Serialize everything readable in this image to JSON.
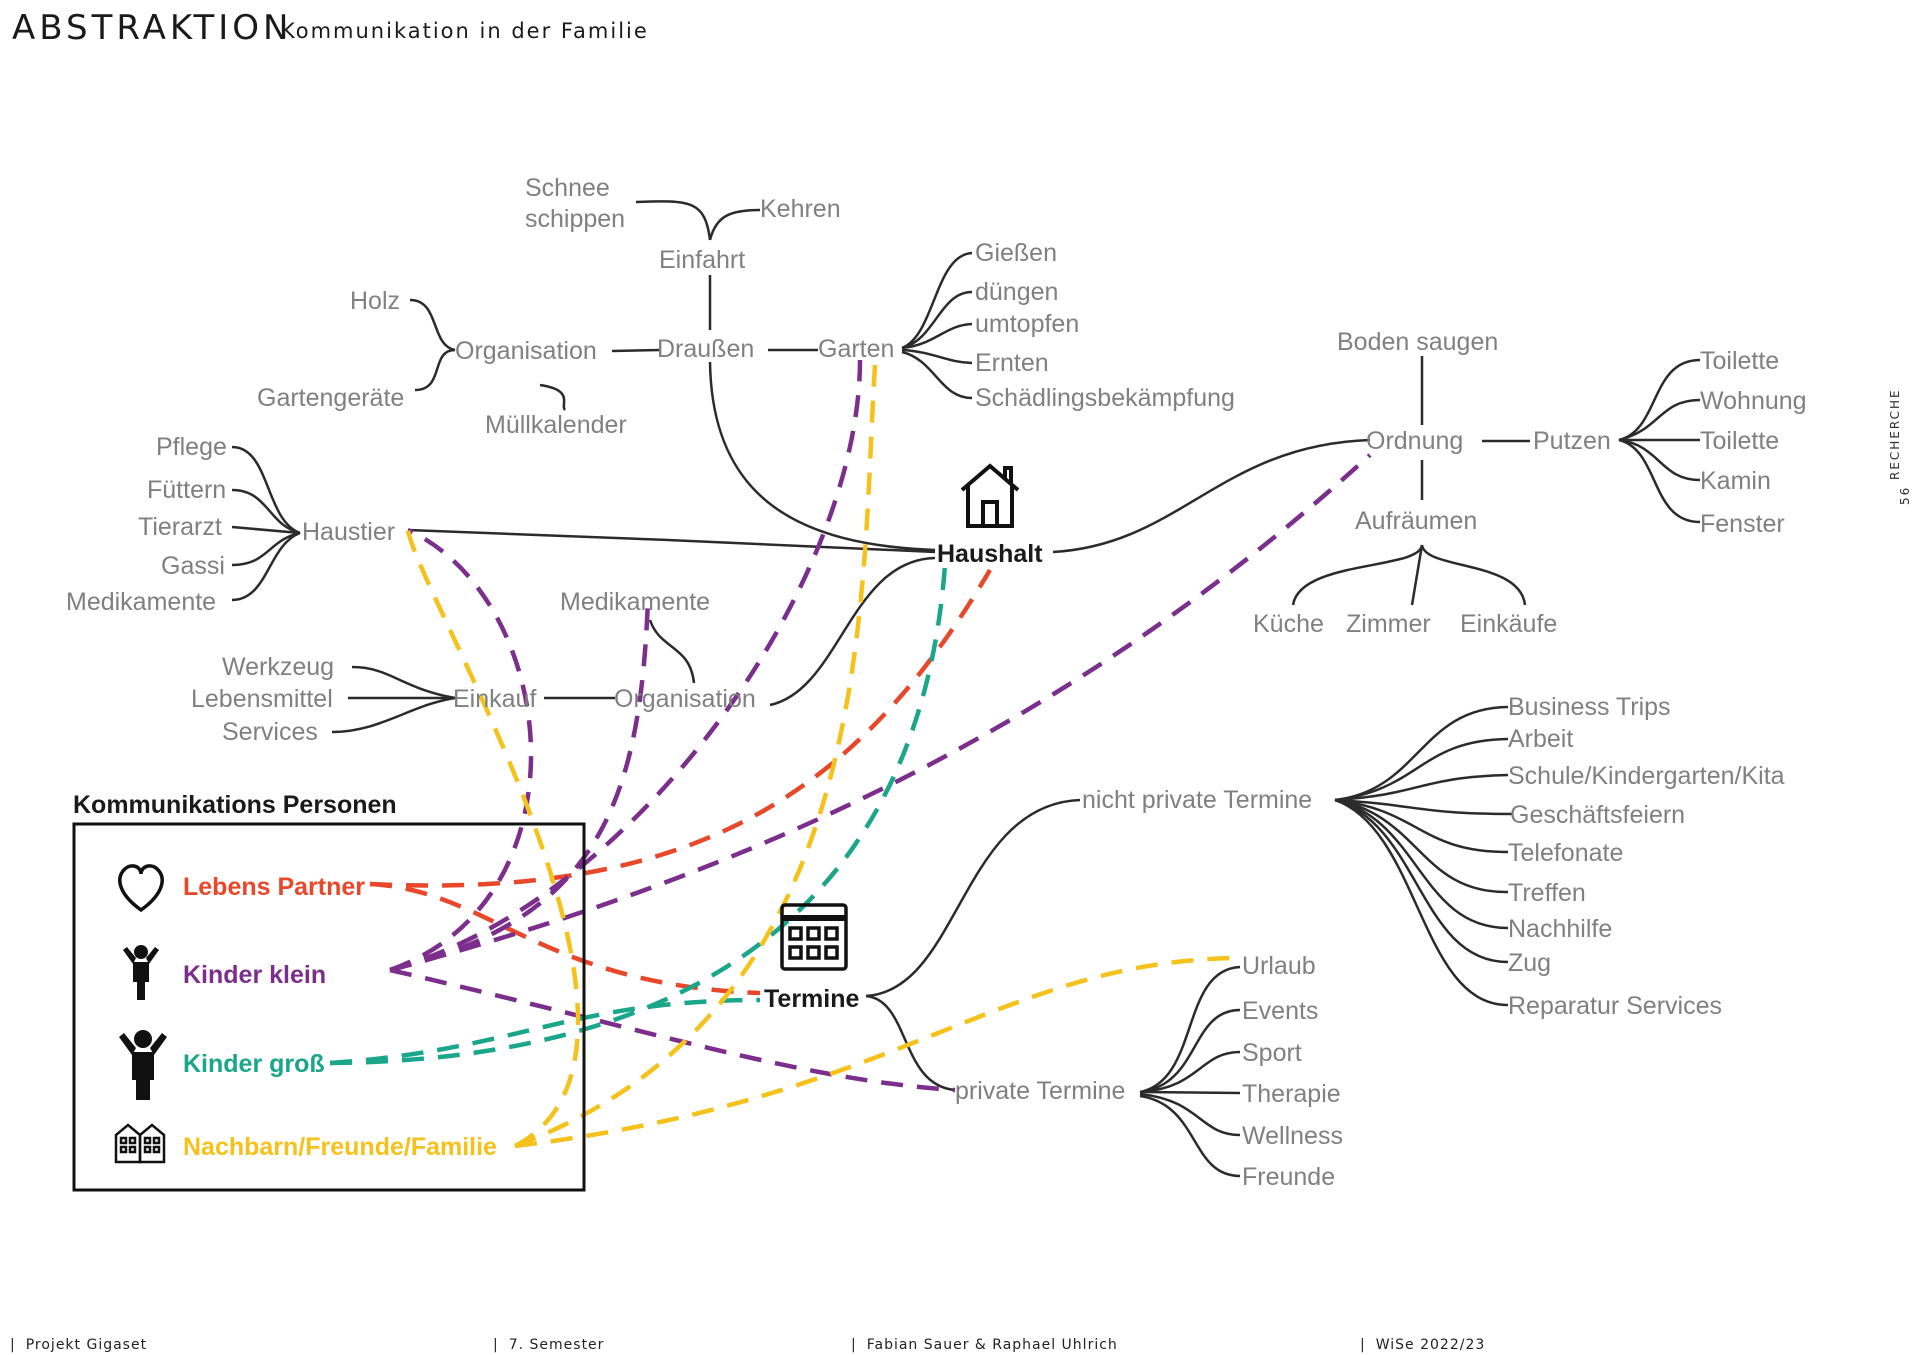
{
  "header": {
    "title": "ABSTRAKTION",
    "subtitle": "Kommunikation in der Familie"
  },
  "side": {
    "section": "RECHERCHE",
    "page_number": "56"
  },
  "footer": {
    "project": "Projekt Gigaset",
    "semester": "7. Semester",
    "authors": "Fabian Sauer & Raphael Uhlrich",
    "term": "WiSe 2022/23"
  },
  "colors": {
    "partner": "#e8472a",
    "kinder_klein": "#7b2e8c",
    "kinder_gross": "#1aa68a",
    "nachbarn": "#f5c21b",
    "node_text": "#808080",
    "line": "#2b2b2b"
  },
  "hubs": {
    "haushalt": "Haushalt",
    "termine": "Termine"
  },
  "nodes": {
    "schnee_1": "Schnee",
    "schnee_2": "schippen",
    "kehren": "Kehren",
    "einfahrt": "Einfahrt",
    "holz": "Holz",
    "organisation_top": "Organisation",
    "gartengeraete": "Gartengeräte",
    "muellkalender": "Müllkalender",
    "draussen": "Draußen",
    "garten": "Garten",
    "giessen": "Gießen",
    "duengen": "düngen",
    "umtopfen": "umtopfen",
    "ernten": "Ernten",
    "schaedlinge": "Schädlingsbekämpfung",
    "pflege": "Pflege",
    "fuettern": "Füttern",
    "tierarzt": "Tierarzt",
    "gassi": "Gassi",
    "medikamente_pet": "Medikamente",
    "haustier": "Haustier",
    "medikamente_org": "Medikamente",
    "werkzeug": "Werkzeug",
    "lebensmittel": "Lebensmittel",
    "services": "Services",
    "einkauf": "Einkauf",
    "organisation_bottom": "Organisation",
    "boden_saugen": "Boden saugen",
    "ordnung": "Ordnung",
    "putzen": "Putzen",
    "aufraeumen": "Aufräumen",
    "kueche": "Küche",
    "zimmer": "Zimmer",
    "einkaeufe": "Einkäufe",
    "toilette1": "Toilette",
    "wohnung": "Wohnung",
    "toilette2": "Toilette",
    "kamin": "Kamin",
    "fenster": "Fenster",
    "nicht_private": "nicht private Termine",
    "business_trips": "Business Trips",
    "arbeit": "Arbeit",
    "schule": "Schule/Kindergarten/Kita",
    "geschaeftsfeiern": "Geschäftsfeiern",
    "telefonate": "Telefonate",
    "treffen": "Treffen",
    "nachhilfe": "Nachhilfe",
    "zug": "Zug",
    "reparatur": "Reparatur Services",
    "private": "private Termine",
    "urlaub": "Urlaub",
    "events": "Events",
    "sport": "Sport",
    "therapie": "Therapie",
    "wellness": "Wellness",
    "freunde": "Freunde"
  },
  "legend": {
    "title": "Kommunikations Personen",
    "items": [
      {
        "label": "Lebens Partner",
        "icon": "heart-icon"
      },
      {
        "label": "Kinder klein",
        "icon": "small-child-icon"
      },
      {
        "label": "Kinder groß",
        "icon": "big-child-icon"
      },
      {
        "label": "Nachbarn/Freunde/Familie",
        "icon": "houses-icon"
      }
    ]
  }
}
